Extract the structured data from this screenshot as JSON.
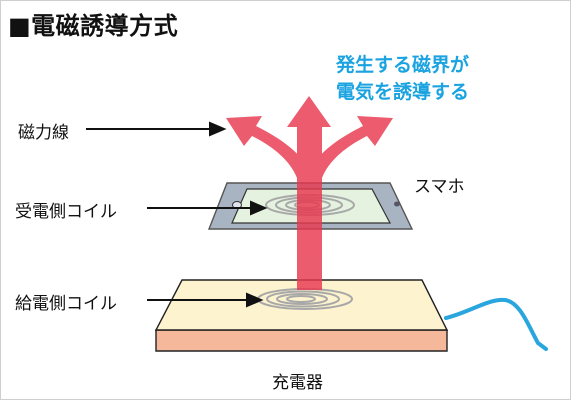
{
  "title": "■電磁誘導方式",
  "annotation": {
    "line1": "発生する磁界が",
    "line2": "電気を誘導する"
  },
  "labels": {
    "magnetic_lines": "磁力線",
    "receiver_coil": "受電側コイル",
    "transmitter_coil": "給電側コイル",
    "smartphone": "スマホ",
    "charger": "充電器"
  },
  "colors": {
    "annotation_text": "#1aa3e0",
    "magnetic_field_arrow": "#e8384f",
    "charger_top": "#fdf3cf",
    "charger_side": "#f5b89a",
    "phone_body": "#a8b4c2",
    "phone_screen": "#e4f2df",
    "cable": "#2aa6de",
    "coil": "#a8a8a8"
  }
}
